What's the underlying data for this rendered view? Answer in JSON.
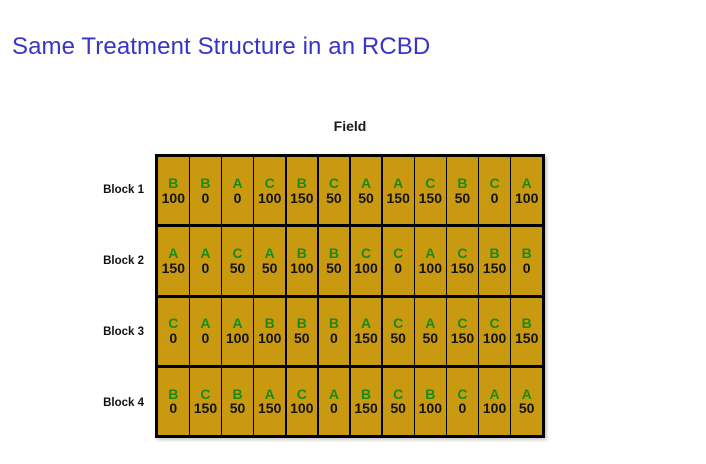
{
  "slide": {
    "title": "Same Treatment Structure in an RCBD",
    "title_color": "#3b33c7"
  },
  "field": {
    "label": "Field",
    "cell_color": "#c99a10",
    "treatment_color": "#1a8a19",
    "dose_color": "#131313",
    "border_color": "#000000"
  },
  "blocks": [
    {
      "label": "Block 1"
    },
    {
      "label": "Block 2"
    },
    {
      "label": "Block 3"
    },
    {
      "label": "Block 4"
    }
  ],
  "chart_data": {
    "type": "table",
    "title": "Same Treatment Structure in an RCBD",
    "subtitle": "Field",
    "xlabel": "",
    "ylabel": "",
    "row_labels": [
      "Block 1",
      "Block 2",
      "Block 3",
      "Block 4"
    ],
    "columns": 12,
    "treatments": [
      "A",
      "B",
      "C"
    ],
    "doses": [
      0,
      50,
      100,
      150
    ],
    "rows": [
      {
        "label": "Block 1",
        "cells": [
          {
            "treatment": "B",
            "dose": "100"
          },
          {
            "treatment": "B",
            "dose": "0"
          },
          {
            "treatment": "A",
            "dose": "0"
          },
          {
            "treatment": "C",
            "dose": "100"
          },
          {
            "treatment": "B",
            "dose": "150"
          },
          {
            "treatment": "C",
            "dose": "50"
          },
          {
            "treatment": "A",
            "dose": "50"
          },
          {
            "treatment": "A",
            "dose": "150"
          },
          {
            "treatment": "C",
            "dose": "150"
          },
          {
            "treatment": "B",
            "dose": "50"
          },
          {
            "treatment": "C",
            "dose": "0"
          },
          {
            "treatment": "A",
            "dose": "100"
          }
        ]
      },
      {
        "label": "Block 2",
        "cells": [
          {
            "treatment": "A",
            "dose": "150"
          },
          {
            "treatment": "A",
            "dose": "0"
          },
          {
            "treatment": "C",
            "dose": "50"
          },
          {
            "treatment": "A",
            "dose": "50"
          },
          {
            "treatment": "B",
            "dose": "100"
          },
          {
            "treatment": "B",
            "dose": "50"
          },
          {
            "treatment": "C",
            "dose": "100"
          },
          {
            "treatment": "C",
            "dose": "0"
          },
          {
            "treatment": "A",
            "dose": "100"
          },
          {
            "treatment": "C",
            "dose": "150"
          },
          {
            "treatment": "B",
            "dose": "150"
          },
          {
            "treatment": "B",
            "dose": "0"
          }
        ]
      },
      {
        "label": "Block 3",
        "cells": [
          {
            "treatment": "C",
            "dose": "0"
          },
          {
            "treatment": "A",
            "dose": "0"
          },
          {
            "treatment": "A",
            "dose": "100"
          },
          {
            "treatment": "B",
            "dose": "100"
          },
          {
            "treatment": "B",
            "dose": "50"
          },
          {
            "treatment": "B",
            "dose": "0"
          },
          {
            "treatment": "A",
            "dose": "150"
          },
          {
            "treatment": "C",
            "dose": "50"
          },
          {
            "treatment": "A",
            "dose": "50"
          },
          {
            "treatment": "C",
            "dose": "150"
          },
          {
            "treatment": "C",
            "dose": "100"
          },
          {
            "treatment": "B",
            "dose": "150"
          }
        ]
      },
      {
        "label": "Block 4",
        "cells": [
          {
            "treatment": "B",
            "dose": "0"
          },
          {
            "treatment": "C",
            "dose": "150"
          },
          {
            "treatment": "B",
            "dose": "50"
          },
          {
            "treatment": "A",
            "dose": "150"
          },
          {
            "treatment": "C",
            "dose": "100"
          },
          {
            "treatment": "A",
            "dose": "0"
          },
          {
            "treatment": "B",
            "dose": "150"
          },
          {
            "treatment": "C",
            "dose": "50"
          },
          {
            "treatment": "B",
            "dose": "100"
          },
          {
            "treatment": "C",
            "dose": "0"
          },
          {
            "treatment": "A",
            "dose": "100"
          },
          {
            "treatment": "A",
            "dose": "50"
          }
        ]
      }
    ]
  }
}
